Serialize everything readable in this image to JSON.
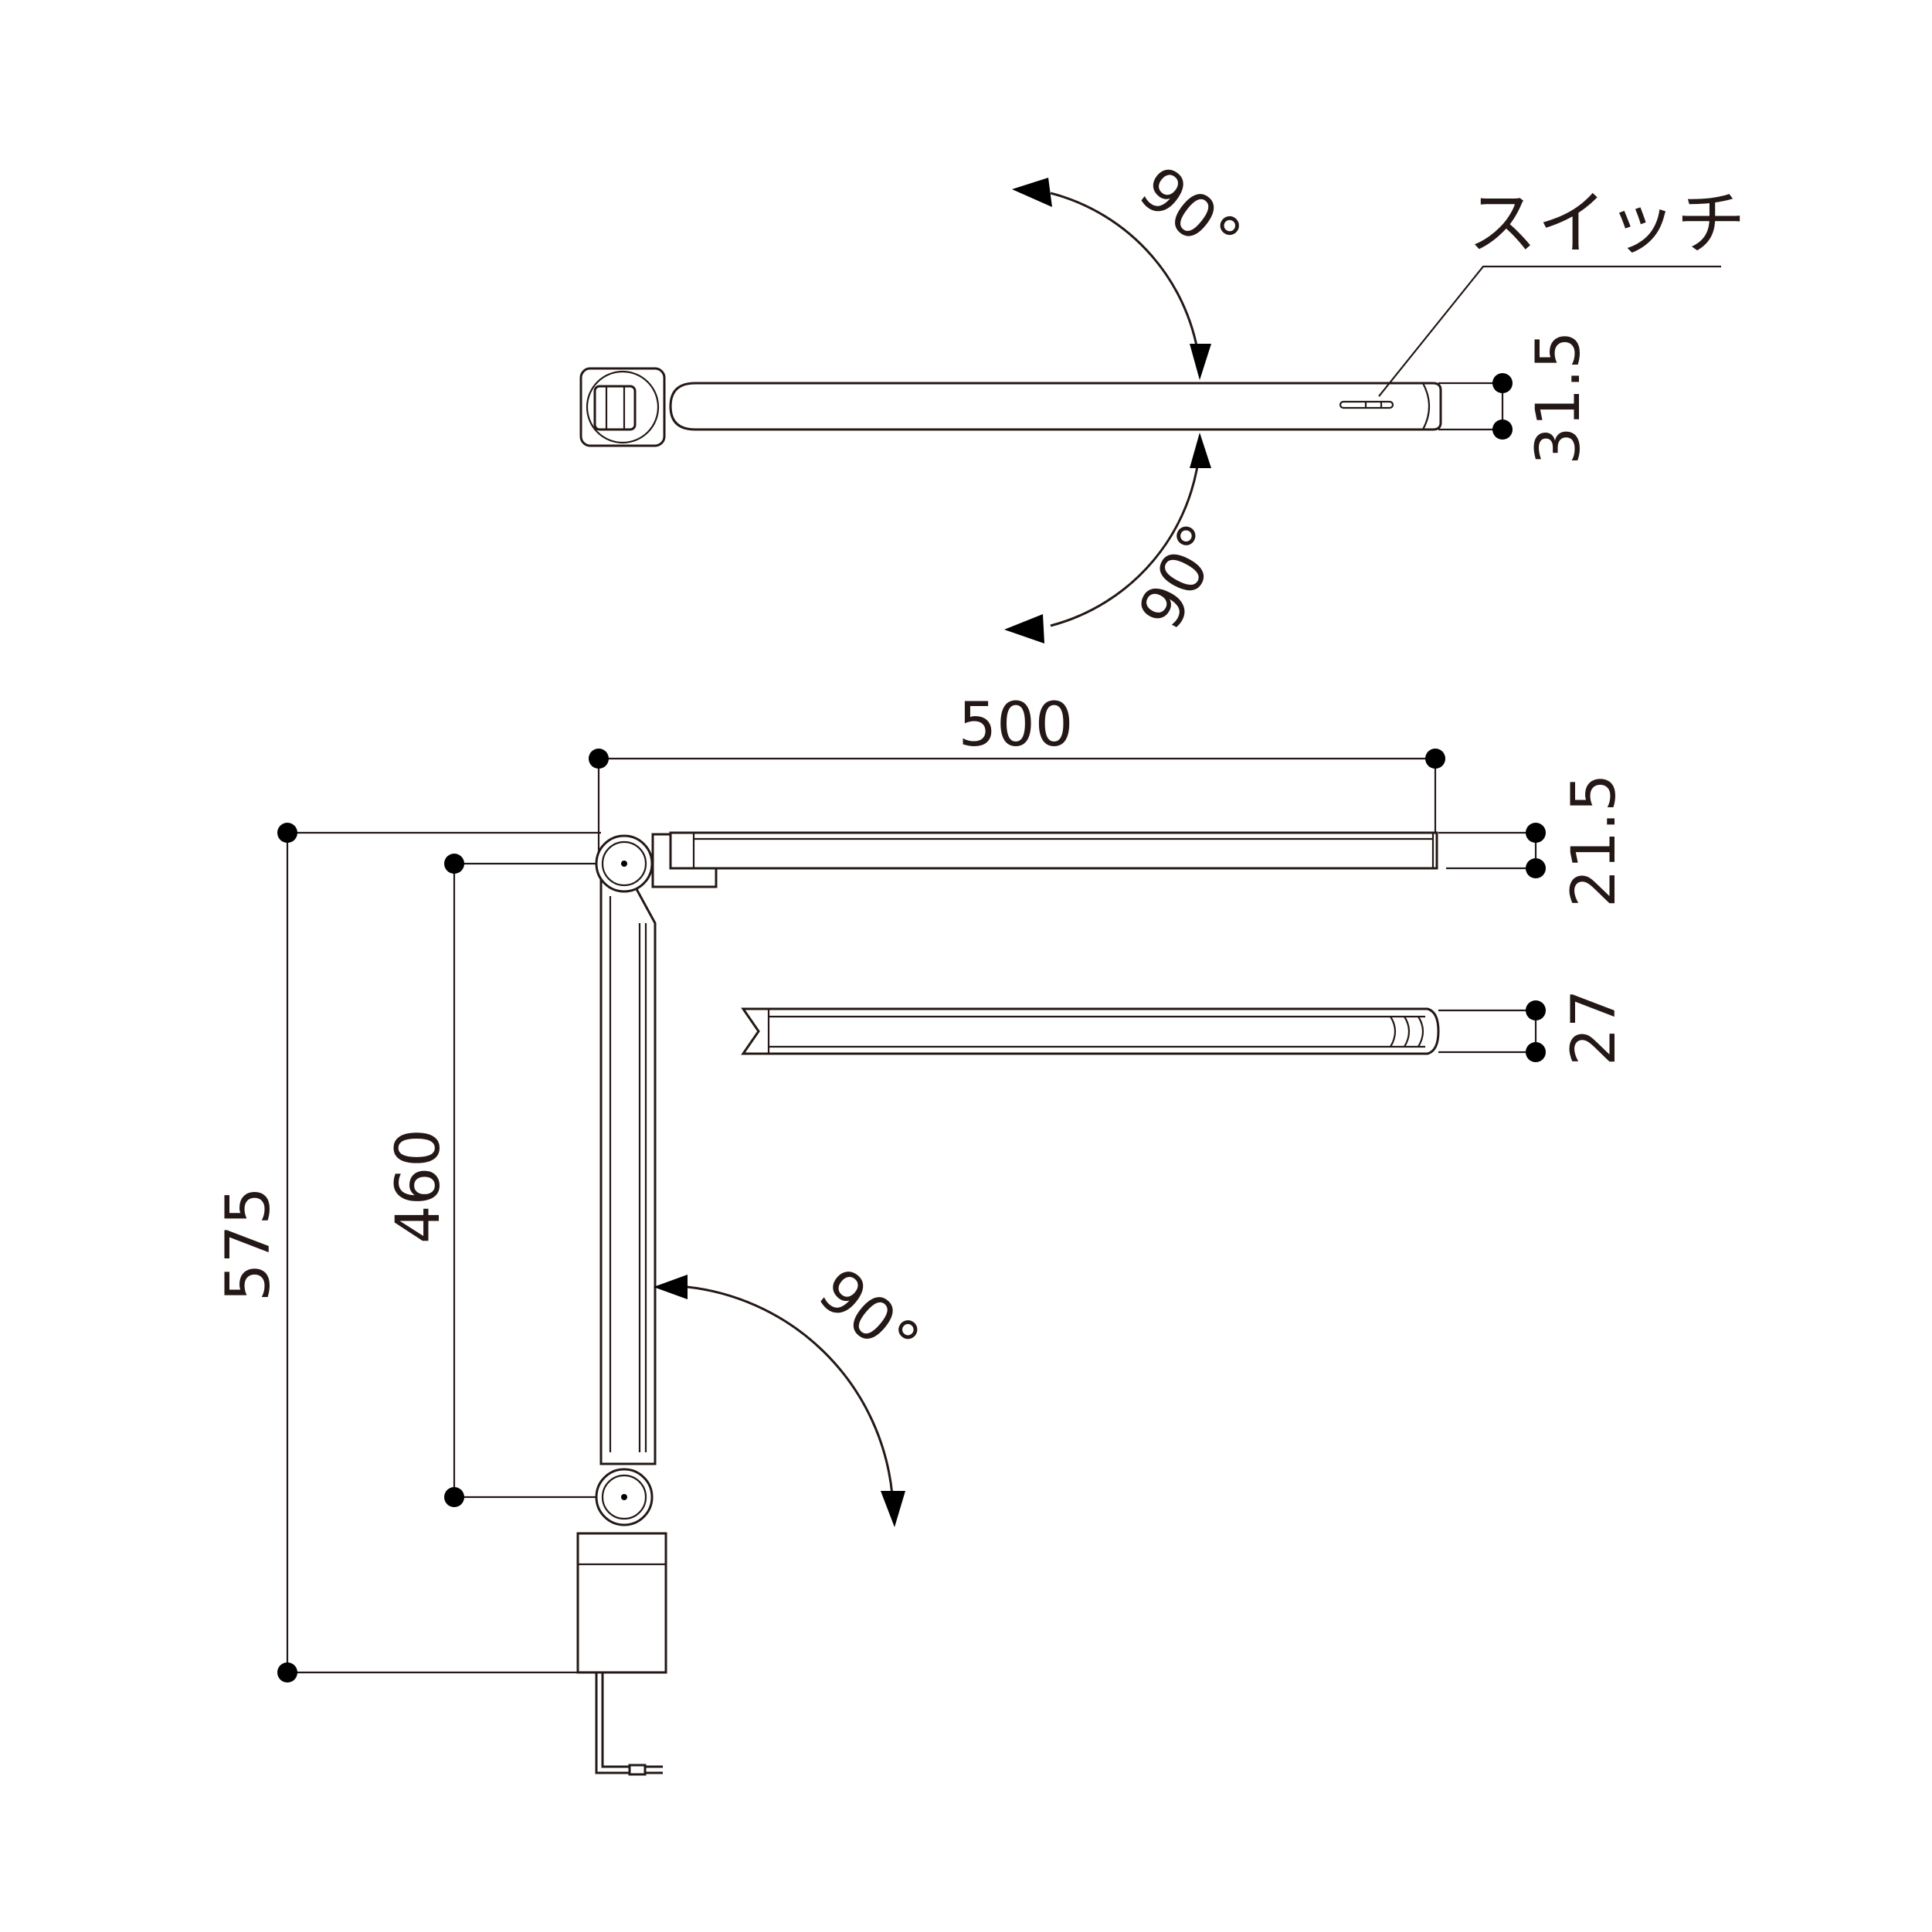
{
  "labels": {
    "switch": "スイッチ",
    "top_angle_upper": "90°",
    "top_angle_lower": "90°",
    "side_angle": "90°",
    "dim_head_width": "31.5",
    "dim_arm_length": "500",
    "dim_head_thickness": "21.5",
    "dim_head_thickness_rotated": "27",
    "dim_lower_arm": "460",
    "dim_total_height": "575"
  },
  "colors": {
    "line": "#231815",
    "dot": "#000000",
    "background": "#ffffff"
  }
}
